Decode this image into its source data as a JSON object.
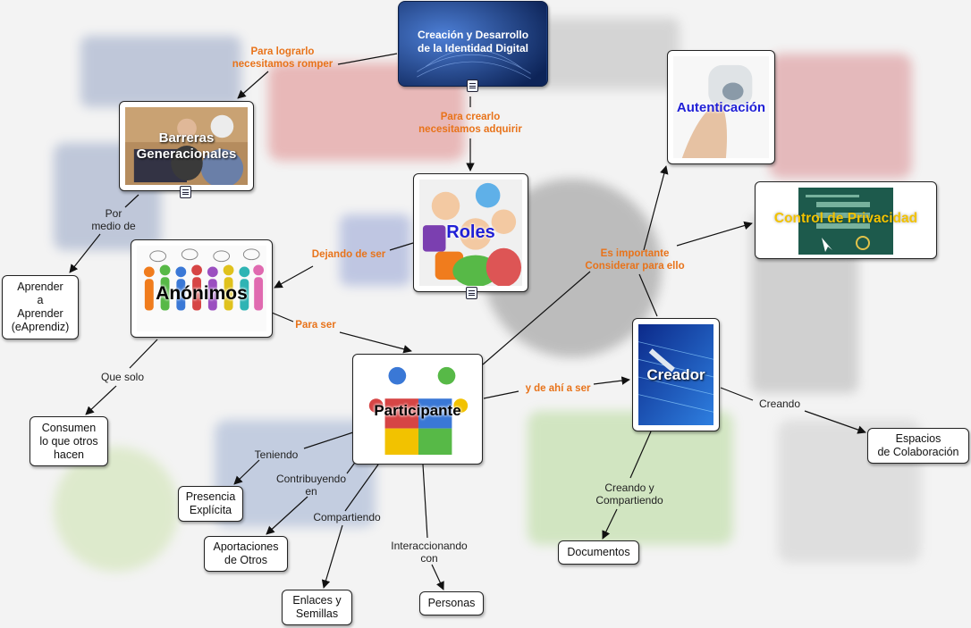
{
  "nodes": {
    "top": "Creación y Desarrollo\nde la Identidad Digital",
    "barreras": "Barreras\nGeneracionales",
    "roles": "Roles",
    "autenticacion": "Autenticación",
    "privacidad": "Control de Privacidad",
    "anonimos": "Anónimos",
    "aprender": "Aprender\na\nAprender\n(eAprendiz)",
    "participante": "Participante",
    "creador": "Creador",
    "consumen": "Consumen\nlo que otros\nhacen",
    "presencia": "Presencia\nExplícita",
    "aportaciones": "Aportaciones\nde Otros",
    "enlaces": "Enlaces y\nSemillas",
    "personas": "Personas",
    "documentos": "Documentos",
    "espacios": "Espacios\nde Colaboración"
  },
  "links": {
    "lograrlo": "Para lograrlo\nnecesitamos romper",
    "crearlo": "Para crearlo\nnecesitamos adquirir",
    "por_medio": "Por\nmedio de",
    "dejando": "Dejando de ser",
    "importante": "Es importante\nConsiderar para ello",
    "para_ser": "Para ser",
    "que_solo": "Que solo",
    "de_ahi": "y de ahí a ser",
    "creando": "Creando",
    "teniendo": "Teniendo",
    "contribuyendo": "Contribuyendo\nen",
    "compartiendo": "Compartiendo",
    "interaccionando": "Interaccionando\ncon",
    "creando_compartiendo": "Creando y\nCompartiendo"
  },
  "colors": {
    "link_orange": "#e8731a",
    "autenticacion_text": "#1f1fd6",
    "privacidad_text": "#f2c200",
    "top_bg": "#1b3f86"
  }
}
